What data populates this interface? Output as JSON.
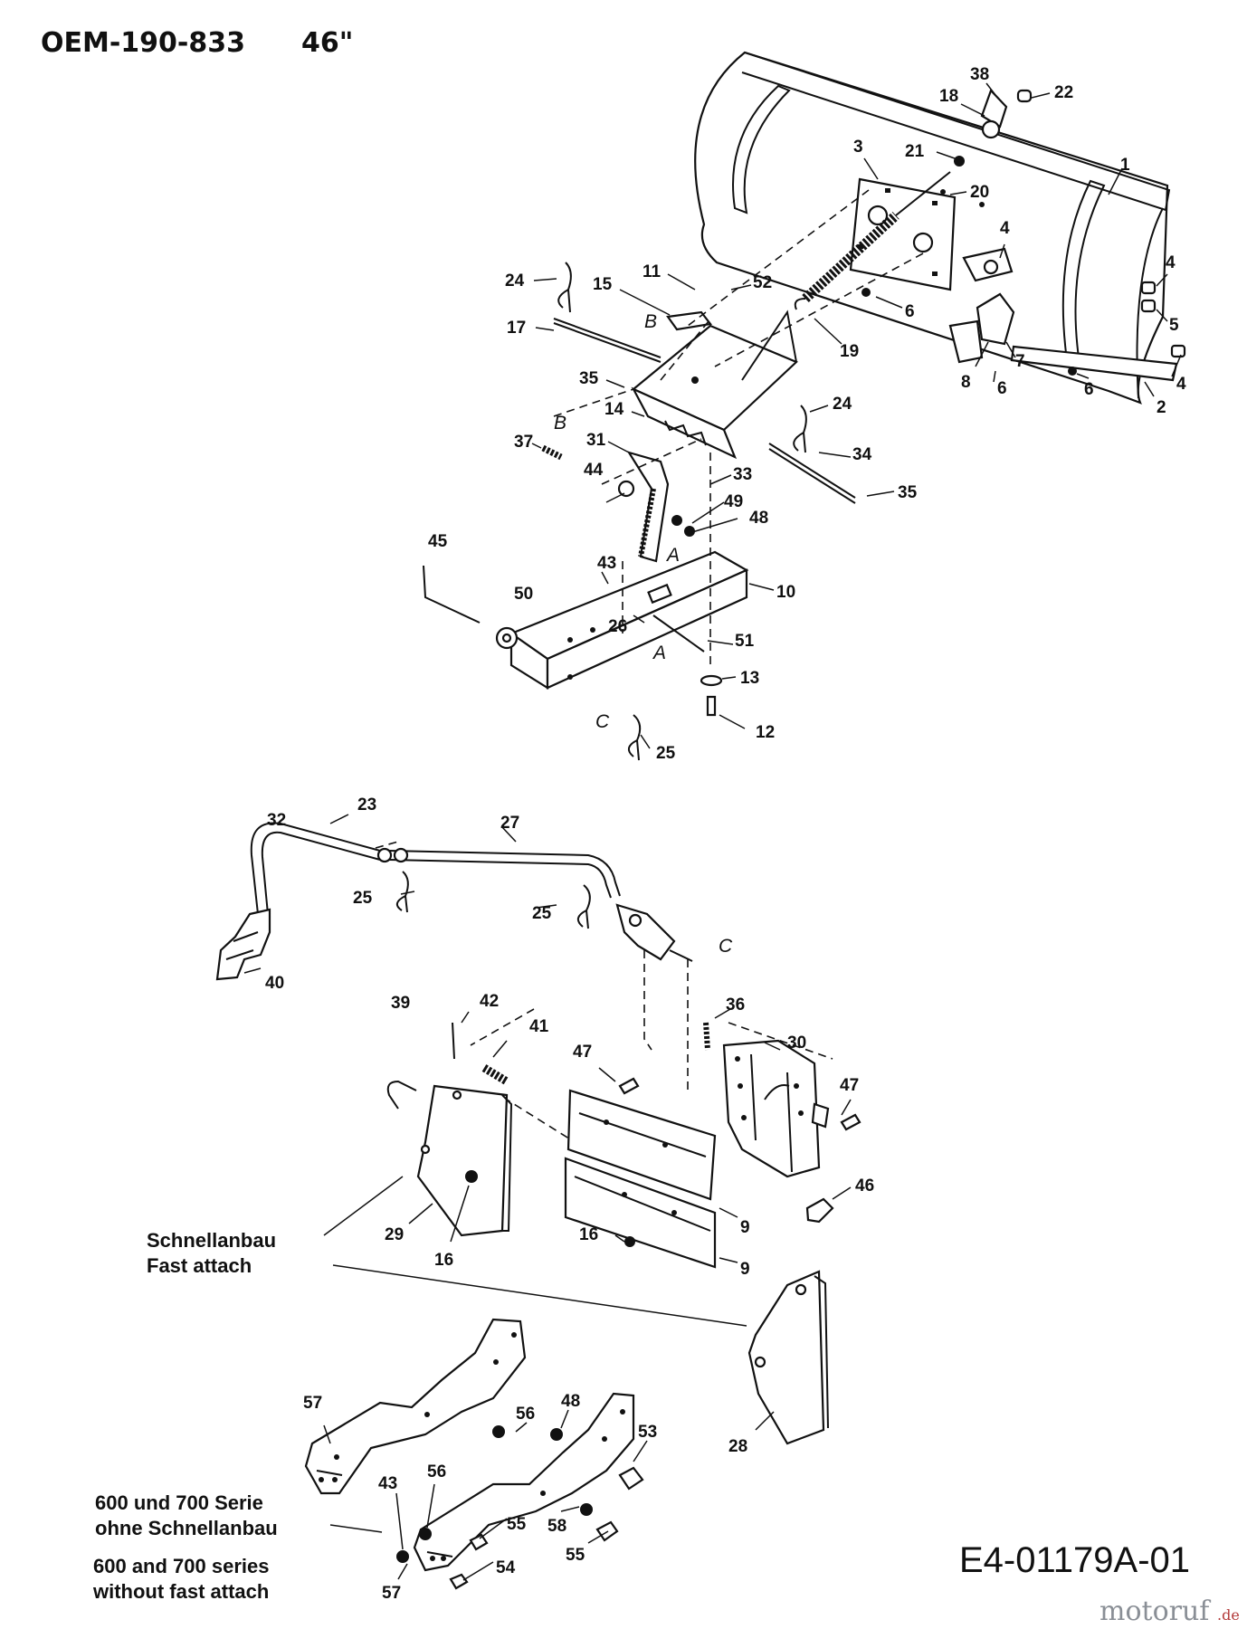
{
  "header": {
    "model": "OEM-190-833",
    "size": "46\""
  },
  "diagram_code": "E4-01179A-01",
  "captions": {
    "fast_attach": [
      "Schnellanbau",
      "Fast attach"
    ],
    "series": [
      "600 und 700 Serie",
      "ohne Schnellanbau",
      "600 and 700 series",
      "without fast attach"
    ]
  },
  "callouts": [
    {
      "id": "c38",
      "label": "38"
    },
    {
      "id": "c18",
      "label": "18"
    },
    {
      "id": "c22",
      "label": "22"
    },
    {
      "id": "c21",
      "label": "21"
    },
    {
      "id": "c3",
      "label": "3"
    },
    {
      "id": "c1",
      "label": "1"
    },
    {
      "id": "c20",
      "label": "20"
    },
    {
      "id": "c4a",
      "label": "4"
    },
    {
      "id": "c4b",
      "label": "4"
    },
    {
      "id": "c5",
      "label": "5"
    },
    {
      "id": "c4c",
      "label": "4"
    },
    {
      "id": "c6a",
      "label": "6"
    },
    {
      "id": "c7",
      "label": "7"
    },
    {
      "id": "c8",
      "label": "8"
    },
    {
      "id": "c6b",
      "label": "6"
    },
    {
      "id": "c6c",
      "label": "6"
    },
    {
      "id": "c2",
      "label": "2"
    },
    {
      "id": "c19",
      "label": "19"
    },
    {
      "id": "c24a",
      "label": "24"
    },
    {
      "id": "c15",
      "label": "15"
    },
    {
      "id": "c11",
      "label": "11"
    },
    {
      "id": "c52",
      "label": "52"
    },
    {
      "id": "c17",
      "label": "17"
    },
    {
      "id": "c35a",
      "label": "35"
    },
    {
      "id": "c14",
      "label": "14"
    },
    {
      "id": "c24b",
      "label": "24"
    },
    {
      "id": "c37",
      "label": "37"
    },
    {
      "id": "c31",
      "label": "31"
    },
    {
      "id": "c34",
      "label": "34"
    },
    {
      "id": "c33",
      "label": "33"
    },
    {
      "id": "c44",
      "label": "44"
    },
    {
      "id": "c35b",
      "label": "35"
    },
    {
      "id": "c49",
      "label": "49"
    },
    {
      "id": "c48a",
      "label": "48"
    },
    {
      "id": "c45",
      "label": "45"
    },
    {
      "id": "c43a",
      "label": "43"
    },
    {
      "id": "c10",
      "label": "10"
    },
    {
      "id": "c50",
      "label": "50"
    },
    {
      "id": "c26",
      "label": "26"
    },
    {
      "id": "c51",
      "label": "51"
    },
    {
      "id": "c13",
      "label": "13"
    },
    {
      "id": "c12",
      "label": "12"
    },
    {
      "id": "c25a",
      "label": "25"
    },
    {
      "id": "c23",
      "label": "23"
    },
    {
      "id": "c32",
      "label": "32"
    },
    {
      "id": "c27",
      "label": "27"
    },
    {
      "id": "c25b",
      "label": "25"
    },
    {
      "id": "c25c",
      "label": "25"
    },
    {
      "id": "c40",
      "label": "40"
    },
    {
      "id": "c39",
      "label": "39"
    },
    {
      "id": "c42",
      "label": "42"
    },
    {
      "id": "c41",
      "label": "41"
    },
    {
      "id": "c36",
      "label": "36"
    },
    {
      "id": "c30",
      "label": "30"
    },
    {
      "id": "c47a",
      "label": "47"
    },
    {
      "id": "c47b",
      "label": "47"
    },
    {
      "id": "c46",
      "label": "46"
    },
    {
      "id": "c29",
      "label": "29"
    },
    {
      "id": "c16a",
      "label": "16"
    },
    {
      "id": "c9a",
      "label": "9"
    },
    {
      "id": "c16b",
      "label": "16"
    },
    {
      "id": "c9b",
      "label": "9"
    },
    {
      "id": "c28",
      "label": "28"
    },
    {
      "id": "c57a",
      "label": "57"
    },
    {
      "id": "c56a",
      "label": "56"
    },
    {
      "id": "c48b",
      "label": "48"
    },
    {
      "id": "c53",
      "label": "53"
    },
    {
      "id": "c43b",
      "label": "43"
    },
    {
      "id": "c56b",
      "label": "56"
    },
    {
      "id": "c55a",
      "label": "55"
    },
    {
      "id": "c58",
      "label": "58"
    },
    {
      "id": "c55b",
      "label": "55"
    },
    {
      "id": "c54",
      "label": "54"
    },
    {
      "id": "c57b",
      "label": "57"
    }
  ],
  "reference_letters": [
    {
      "id": "lB1",
      "label": "B"
    },
    {
      "id": "lB2",
      "label": "B"
    },
    {
      "id": "lA1",
      "label": "A"
    },
    {
      "id": "lA2",
      "label": "A"
    },
    {
      "id": "lC1",
      "label": "C"
    },
    {
      "id": "lC2",
      "label": "C"
    }
  ],
  "watermark": {
    "brand": "motoruf",
    "suffix": ".de"
  }
}
